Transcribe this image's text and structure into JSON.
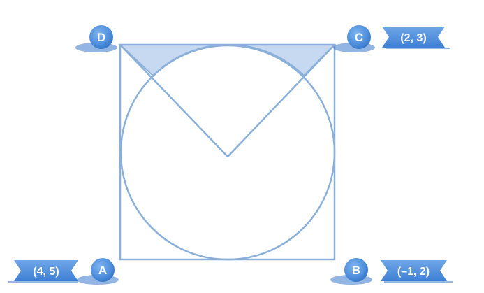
{
  "vertices": {
    "A": {
      "label": "A"
    },
    "B": {
      "label": "B"
    },
    "C": {
      "label": "C"
    },
    "D": {
      "label": "D"
    }
  },
  "coordinates": {
    "A": "(4, 5)",
    "B": "(–1, 2)",
    "C": "(2, 3)"
  },
  "colors": {
    "line": "#8ab0da",
    "shade": "#c7d9f1",
    "badge": "#4f8fdc",
    "badge_dark": "#2e6fc4",
    "text": "#ffffff"
  }
}
